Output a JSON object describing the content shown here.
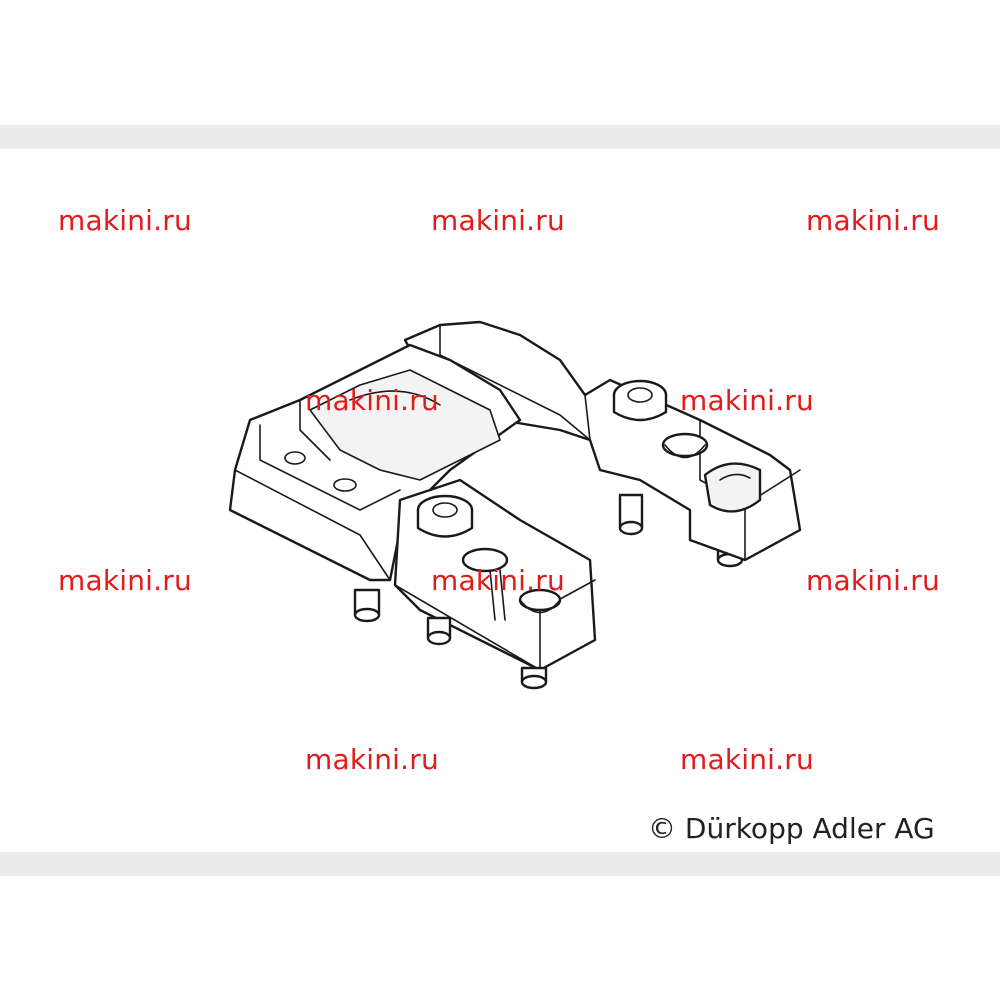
{
  "watermark": {
    "text": "makini.ru",
    "color": "#e21b1b",
    "instances": [
      {
        "id": "wm-1",
        "text": "makini.ru"
      },
      {
        "id": "wm-2",
        "text": "makini.ru"
      },
      {
        "id": "wm-3",
        "text": "makini.ru"
      },
      {
        "id": "wm-4",
        "text": "makini.ru"
      },
      {
        "id": "wm-5",
        "text": "makini.ru"
      },
      {
        "id": "wm-6",
        "text": "makini.ru"
      },
      {
        "id": "wm-7",
        "text": "makini.ru"
      },
      {
        "id": "wm-8",
        "text": "makini.ru"
      },
      {
        "id": "wm-9",
        "text": "makini.ru"
      },
      {
        "id": "wm-10",
        "text": "makini.ru"
      }
    ]
  },
  "copyright": {
    "text": "© Dürkopp Adler AG",
    "color": "#222222"
  },
  "colors": {
    "background": "#ffffff",
    "band": "#ececec",
    "line": "#1a1a1a"
  }
}
